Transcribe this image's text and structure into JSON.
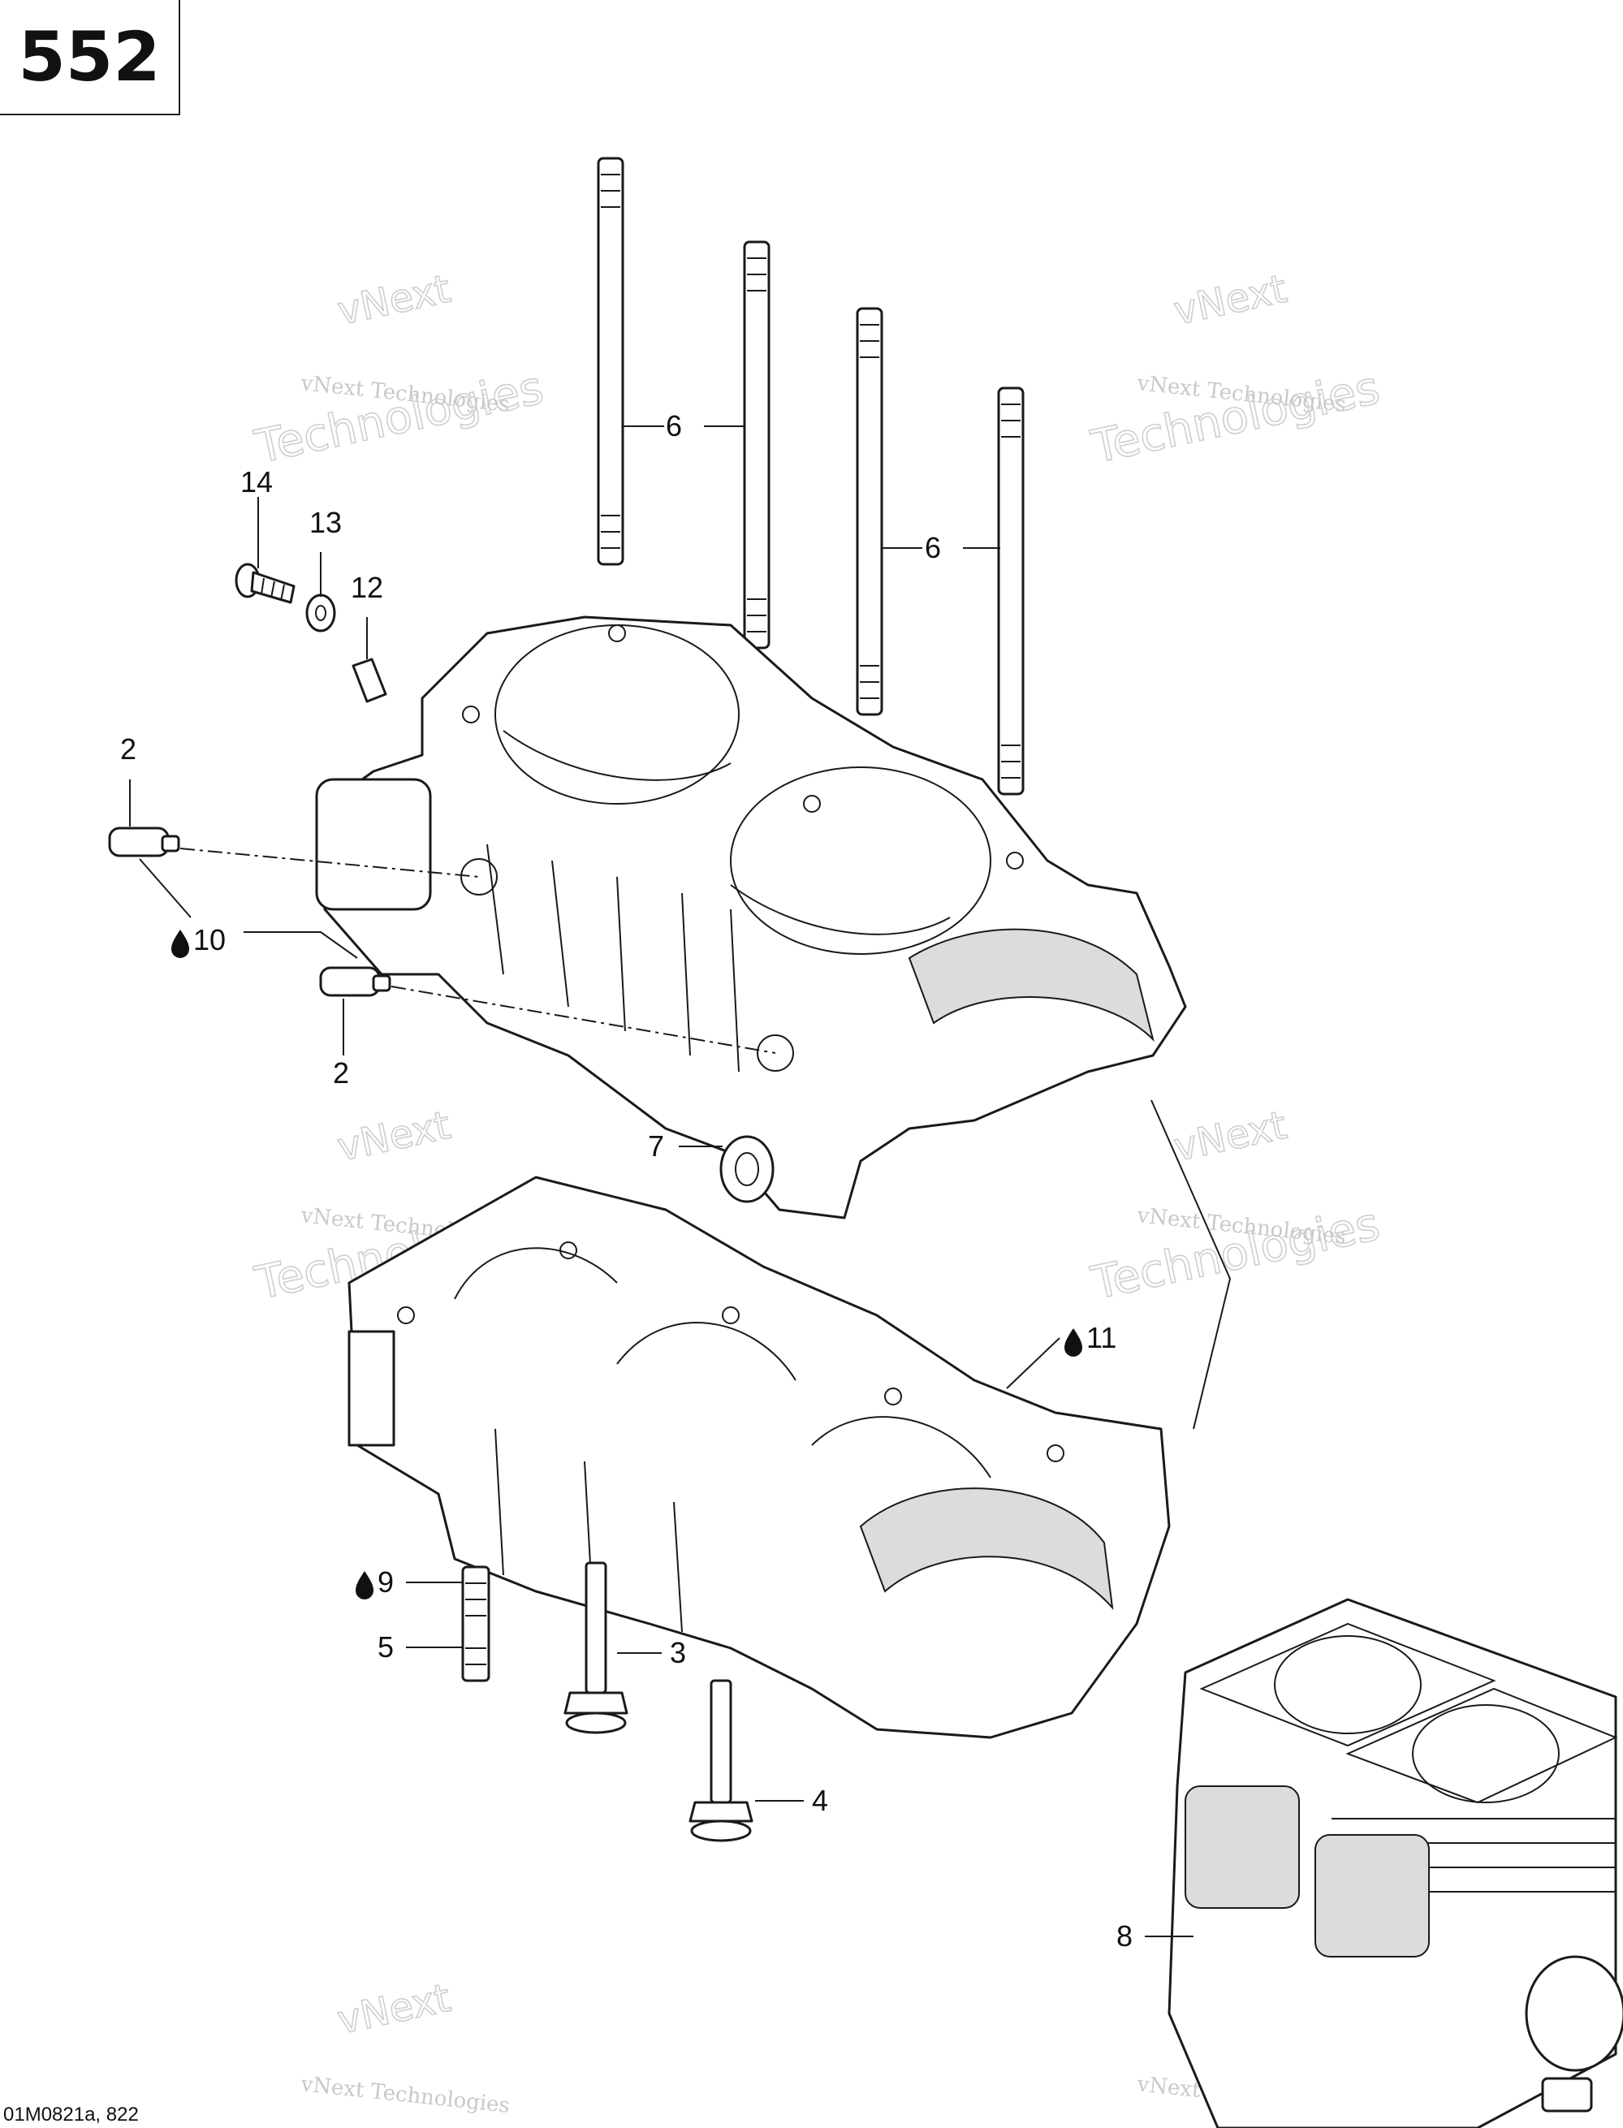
{
  "page_number": "552",
  "reference_code": "01M0821a, 822",
  "watermark": {
    "line1": "vNext",
    "line2": "vNext Technologies",
    "line3": "Technologies"
  },
  "callouts": {
    "c2_top": "2",
    "c2_bottom": "2",
    "c3": "3",
    "c4": "4",
    "c5": "5",
    "c6_left": "6",
    "c6_right": "6",
    "c7": "7",
    "c8": "8",
    "c9": "9",
    "c10": "10",
    "c11": "11",
    "c12": "12",
    "c13": "13",
    "c14": "14"
  },
  "adhesive_symbol_items": [
    "9",
    "10",
    "11"
  ]
}
